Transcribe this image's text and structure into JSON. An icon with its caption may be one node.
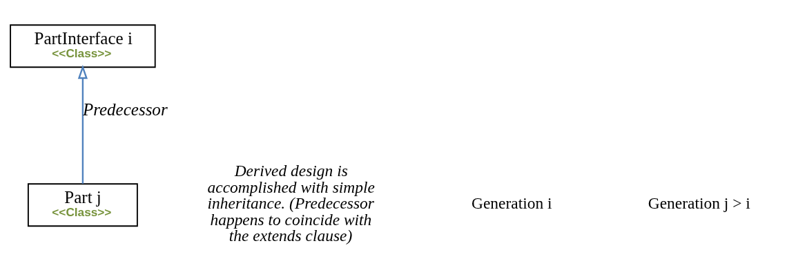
{
  "diagram": {
    "nodes": [
      {
        "text": [
          "PartInterface i",
          "<<Class>>"
        ]
      },
      {
        "text": [
          "Part j",
          "<<Class>>"
        ]
      }
    ],
    "edges": [
      {
        "from": 1,
        "to": 0,
        "arrow": "to",
        "label": "Predecessor"
      }
    ],
    "labels": [
      "Derived design is accomplished with simple inheritance. (Predecessor happens to coincide with the extends clause)",
      "Generation i",
      "Generation j > i"
    ]
  }
}
